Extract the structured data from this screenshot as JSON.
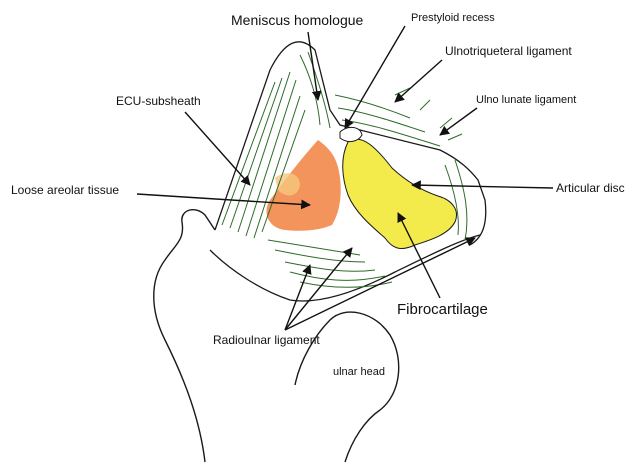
{
  "colors": {
    "outline": "#1a1a1a",
    "fibers": "#2f6b2a",
    "loose_areolar": "#f1884a",
    "articular_disc": "#f3ea4c",
    "arrow": "#111111"
  },
  "labels": {
    "meniscus_homologue": "Meniscus homologue",
    "prestyloid_recess": "Prestyloid recess",
    "ulnotriqueteral_ligament": "Ulnotriqueteral ligament",
    "ulno_lunate_ligament": "Ulno lunate ligament",
    "ecu_subsheath": "ECU-subsheath",
    "loose_areolar_tissue": "Loose areolar tissue",
    "articular_disc": "Articular disc",
    "fibrocartilage": "Fibrocartilage",
    "radioulnar_ligament": "Radioulnar ligament",
    "ulnar_head": "ulnar head"
  },
  "icons": [
    "arrow-icon"
  ]
}
